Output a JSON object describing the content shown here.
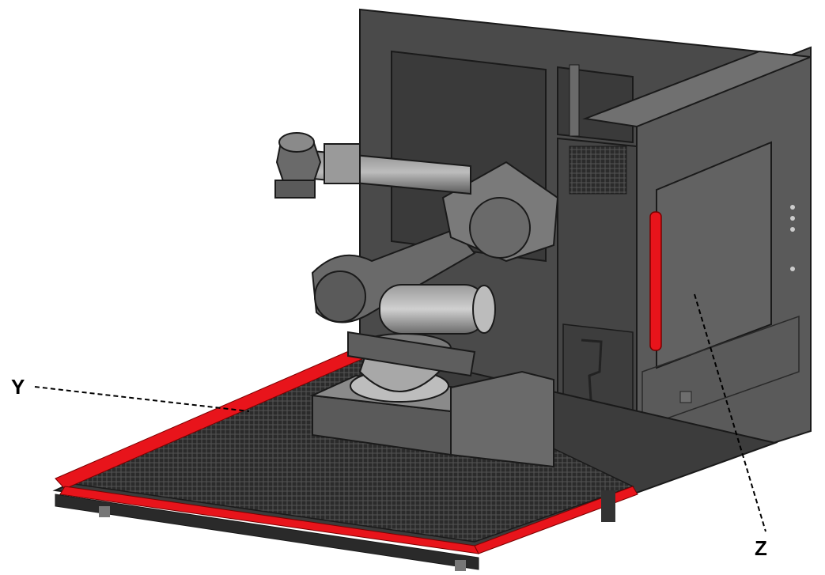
{
  "callouts": {
    "y": {
      "label": "Y",
      "refers_to": "floor-mat"
    },
    "z": {
      "label": "Z",
      "refers_to": "enclosure-door"
    }
  },
  "colors": {
    "background": "#ffffff",
    "machine_dark": "#3b3b3b",
    "machine_mid": "#5c5c5c",
    "machine_light": "#8a8a8a",
    "highlight": "#e8141b",
    "outline": "#1a1a1a"
  }
}
